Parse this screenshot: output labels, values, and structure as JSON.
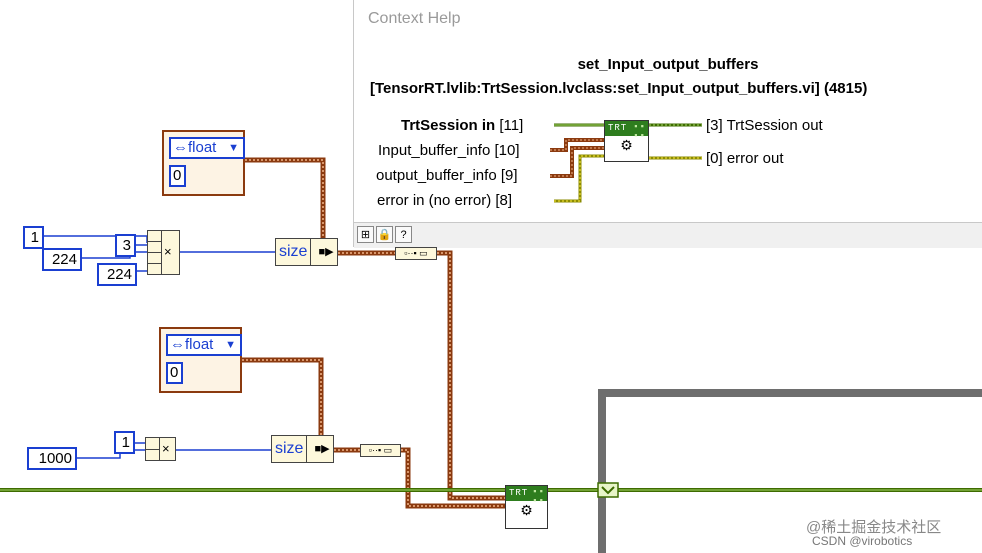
{
  "diagram": {
    "constants": {
      "c1": "1",
      "c224a": "224",
      "c3": "3",
      "c224b": "224",
      "c1000": "1000",
      "c1b": "1"
    },
    "enum_top": {
      "selected": "float",
      "value": "0"
    },
    "enum_bottom": {
      "selected": "float",
      "value": "0"
    },
    "size_top_label": "size",
    "size_bottom_label": "size",
    "multiply_symbol": "×",
    "trt_node_label": "TRT"
  },
  "context_help": {
    "title": "Context Help",
    "vi_name": "set_Input_output_buffers",
    "vi_path": "[TensorRT.lvlib:TrtSession.lvclass:set_Input_output_buffers.vi] (4815)",
    "inputs": [
      {
        "label_bold": "TrtSession in",
        "suffix": " [11]"
      },
      {
        "label_bold": "",
        "suffix": "Input_buffer_info [10]"
      },
      {
        "label_bold": "",
        "suffix": "output_buffer_info [9]"
      },
      {
        "label_bold": "",
        "suffix": "error in (no error) [8]"
      }
    ],
    "outputs": [
      {
        "label": "[3] TrtSession out"
      },
      {
        "label": "[0] error out"
      }
    ],
    "node_label": "TRT"
  },
  "watermark": {
    "line1": "@稀土掘金技术社区",
    "line2": "CSDN @virobotics"
  },
  "colors": {
    "wire_cluster": "#a0522d",
    "wire_class": "#5a8c00",
    "wire_error": "#c8b400",
    "wire_numeric": "#1a3fd1"
  }
}
